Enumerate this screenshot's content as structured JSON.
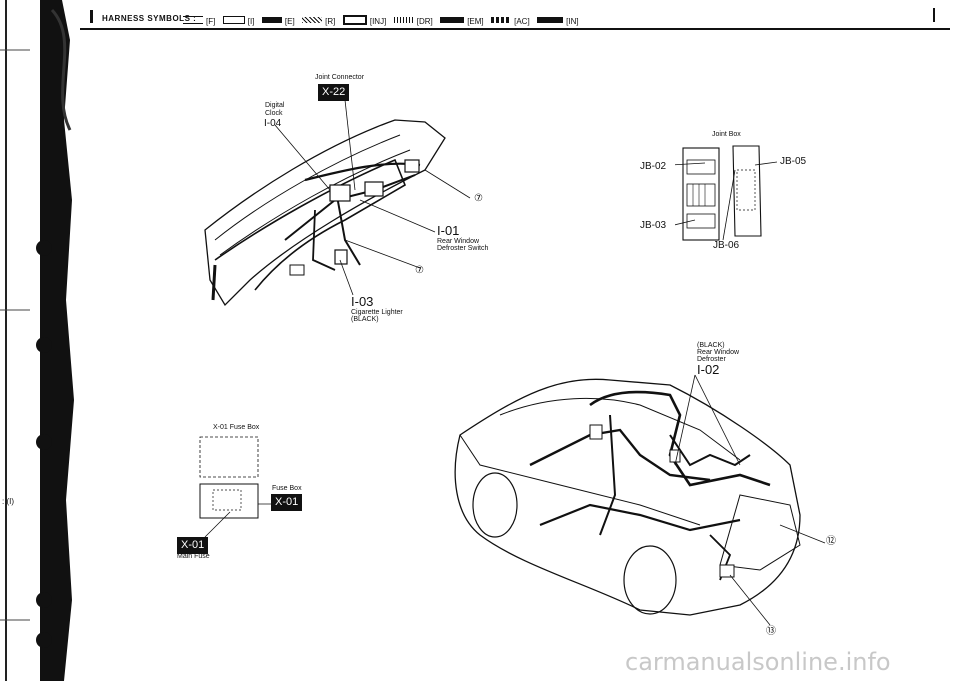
{
  "header": {
    "title": "HARNESS SYMBOLS :",
    "symbols": [
      "[F]",
      "[I]",
      "[E]",
      "[R]",
      "[INJ]",
      "[DR]",
      "[EM]",
      "[AC]",
      "[IN]"
    ]
  },
  "margin_text": ": (I)",
  "dashboard": {
    "joint_connector_label": "Joint Connector",
    "joint_connector_code": "X-22",
    "digital_clock_label": "Digital",
    "digital_clock_label2": "Clock",
    "digital_clock_code": "I-04",
    "i01_code": "I-01",
    "i01_desc1": "Rear Window",
    "i01_desc2": "Defroster Switch",
    "i03_code": "I-03",
    "i03_desc1": "Cigarette Lighter",
    "i03_desc2": "(BLACK)",
    "circle_7": "⑦"
  },
  "joint_box": {
    "title": "Joint Box",
    "jb02": "JB-02",
    "jb03": "JB-03",
    "jb05": "JB-05",
    "jb06": "JB-06"
  },
  "fuse": {
    "x01_fuse_box": "X-01 Fuse Box",
    "fuse_box": "Fuse Box",
    "x01_code": "X-01",
    "x01_main_code": "X-01",
    "main_fuse": "Main Fuse"
  },
  "car": {
    "black_label": "(BLACK)",
    "rear_window": "Rear Window",
    "defroster": "Defroster",
    "i02_code": "I-02",
    "circle_12": "⑫",
    "circle_13": "⑬"
  },
  "watermark": "carmanualsonline.info"
}
